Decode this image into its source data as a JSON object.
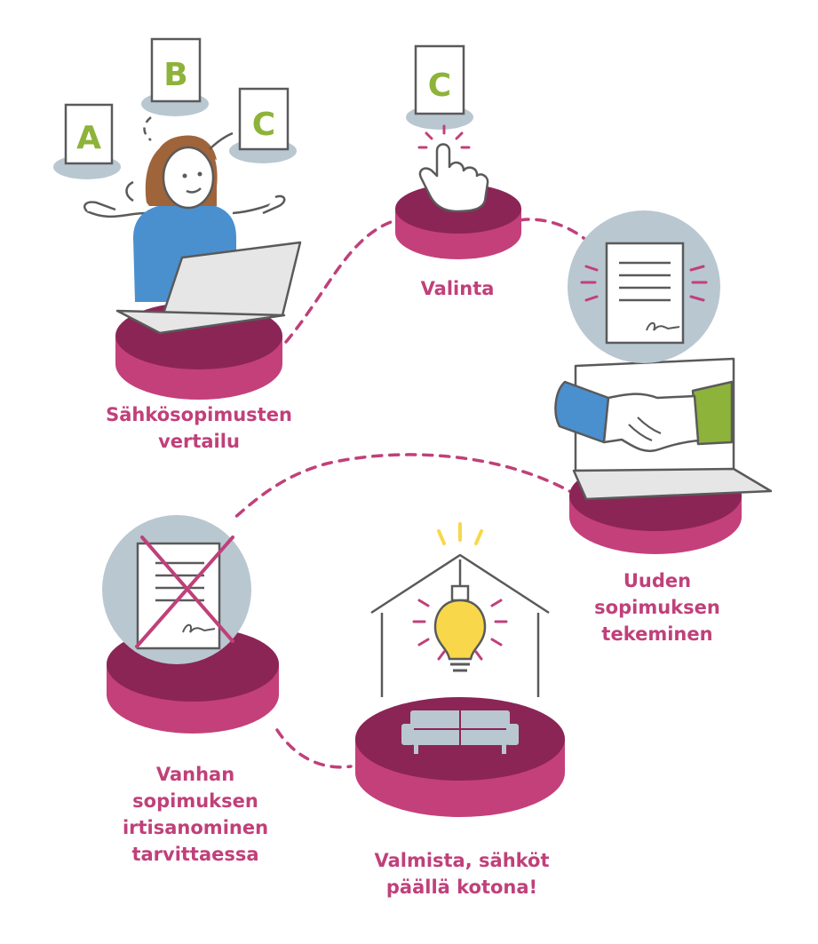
{
  "colors": {
    "accent": "#c0407a",
    "platform_top": "#8b2556",
    "platform_side": "#c4407a",
    "letter_green": "#8db33a",
    "disc_grey": "#b9c7d1",
    "shirt_blue": "#4a90cf",
    "sleeve_green": "#8db33a",
    "bulb_yellow": "#f8d84a",
    "outline": "#5a5a5a"
  },
  "cards": {
    "a": "A",
    "b": "B",
    "c": "C",
    "chosen": "C"
  },
  "steps": [
    {
      "id": "compare",
      "icon": "person-laptop-icon",
      "lines": [
        "Sähkösopimusten",
        "vertailu"
      ]
    },
    {
      "id": "choose",
      "icon": "pointing-hand-icon",
      "lines": [
        "Valinta"
      ]
    },
    {
      "id": "new-contract",
      "icon": "handshake-laptop-icon",
      "lines": [
        "Uuden",
        "sopimuksen",
        "tekeminen"
      ]
    },
    {
      "id": "done",
      "icon": "house-lightbulb-icon",
      "lines": [
        "Valmista, sähköt",
        "päällä kotona!"
      ]
    },
    {
      "id": "terminate",
      "icon": "crossed-document-icon",
      "lines": [
        "Vanhan",
        "sopimuksen",
        "irtisanominen",
        "tarvittaessa"
      ]
    }
  ]
}
